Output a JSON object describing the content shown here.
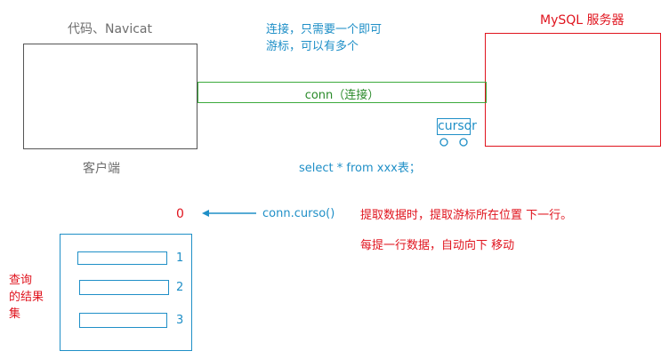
{
  "client": {
    "title": "代码、Navicat",
    "caption": "客户端"
  },
  "server": {
    "title": "MySQL 服务器"
  },
  "connection": {
    "note_line1": "连接，只需要一个即可",
    "note_line2": "游标，可以有多个",
    "label": "conn（连接）"
  },
  "cursor": {
    "label": "cursor"
  },
  "query": {
    "sql": "select * from xxx表；"
  },
  "fetch": {
    "call": "conn.curso()",
    "result_value": "0",
    "note1": "提取数据时，提取游标所在位置 下一行。",
    "note2": "每提一行数据，自动向下 移动"
  },
  "result_set": {
    "label_line1": "查询",
    "label_line2": "的结果",
    "label_line3": "集",
    "rows": [
      "1",
      "2",
      "3"
    ]
  },
  "colors": {
    "client_border": "#555555",
    "server_border": "#e0141e",
    "connection_border": "#3caa3c",
    "accent_blue": "#1f8fc7",
    "accent_red": "#e0141e"
  }
}
